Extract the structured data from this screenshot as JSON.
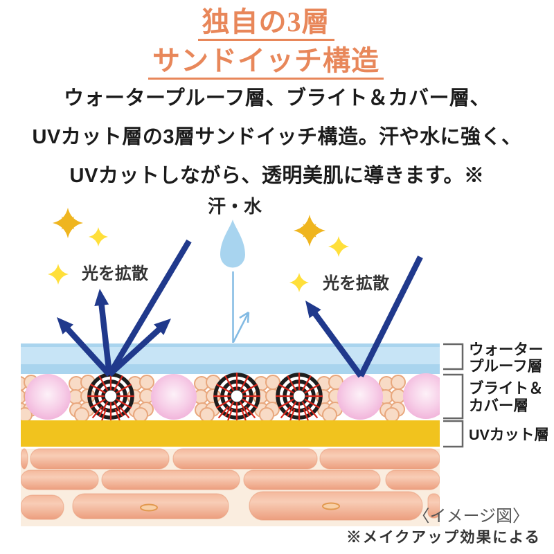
{
  "title": {
    "line1": "独自の3層",
    "line2": "サンドイッチ構造"
  },
  "description": {
    "line1": "ウォータープルーフ層、ブライト＆カバー層、",
    "line2": "UVカット層の3層サンドイッチ構造。汗や水に強く、",
    "line3": "UVカットしながら、透明美肌に導きます。※"
  },
  "diagram": {
    "sweat_water_label": "汗・水",
    "light_diffusion_left": "光を拡散",
    "light_diffusion_right": "光を拡散",
    "layers": {
      "waterproof_label_line1": "ウォーター",
      "waterproof_label_line2": "プルーフ層",
      "bright_cover_label_line1": "ブライト＆",
      "bright_cover_label_line2": "カバー層",
      "uv_cut_label": "UVカット層"
    },
    "image_note": "〈イメージ図〉",
    "footnote": "※メイクアップ効果による",
    "icons": {
      "water_droplet": "teardrop-shape",
      "sparkle": "four-point-star",
      "light_ray": "navy-arrow",
      "water_repel": "light-blue-bounce-arrow",
      "powder_particle": "black-concentric-rings-with-red-spokes",
      "pigment_sphere": "pink-gradient-sphere",
      "skin_cell": "salmon-rounded-cell"
    }
  },
  "colors": {
    "title_orange": "#E8875A",
    "text_black": "#1B1B1B",
    "navy_arrow": "#20398C",
    "droplet_blue": "#A8D4EF",
    "bounce_blue": "#82BAE3",
    "waterproof_body": "#C7E4F6",
    "waterproof_edge": "#A9D4EE",
    "uv_yellow": "#F1C31E",
    "sphere_pink_edge": "#F0AFD8",
    "sphere_pink_center": "#FDF1F8",
    "peach_stroke": "#E8A77D",
    "peach_fill": "#F8DBC6",
    "urchin_black": "#1D1D1D",
    "urchin_red": "#D8271C",
    "skin_bg": "#FAEDDF",
    "skin_cell_dark": "#EC9E7E",
    "skin_cell_light": "#F8CDB6",
    "star_gold": "#EFB51F",
    "star_yellow": "#FFDF3A",
    "bracket_gray": "#666666",
    "note_gray": "#555555"
  }
}
